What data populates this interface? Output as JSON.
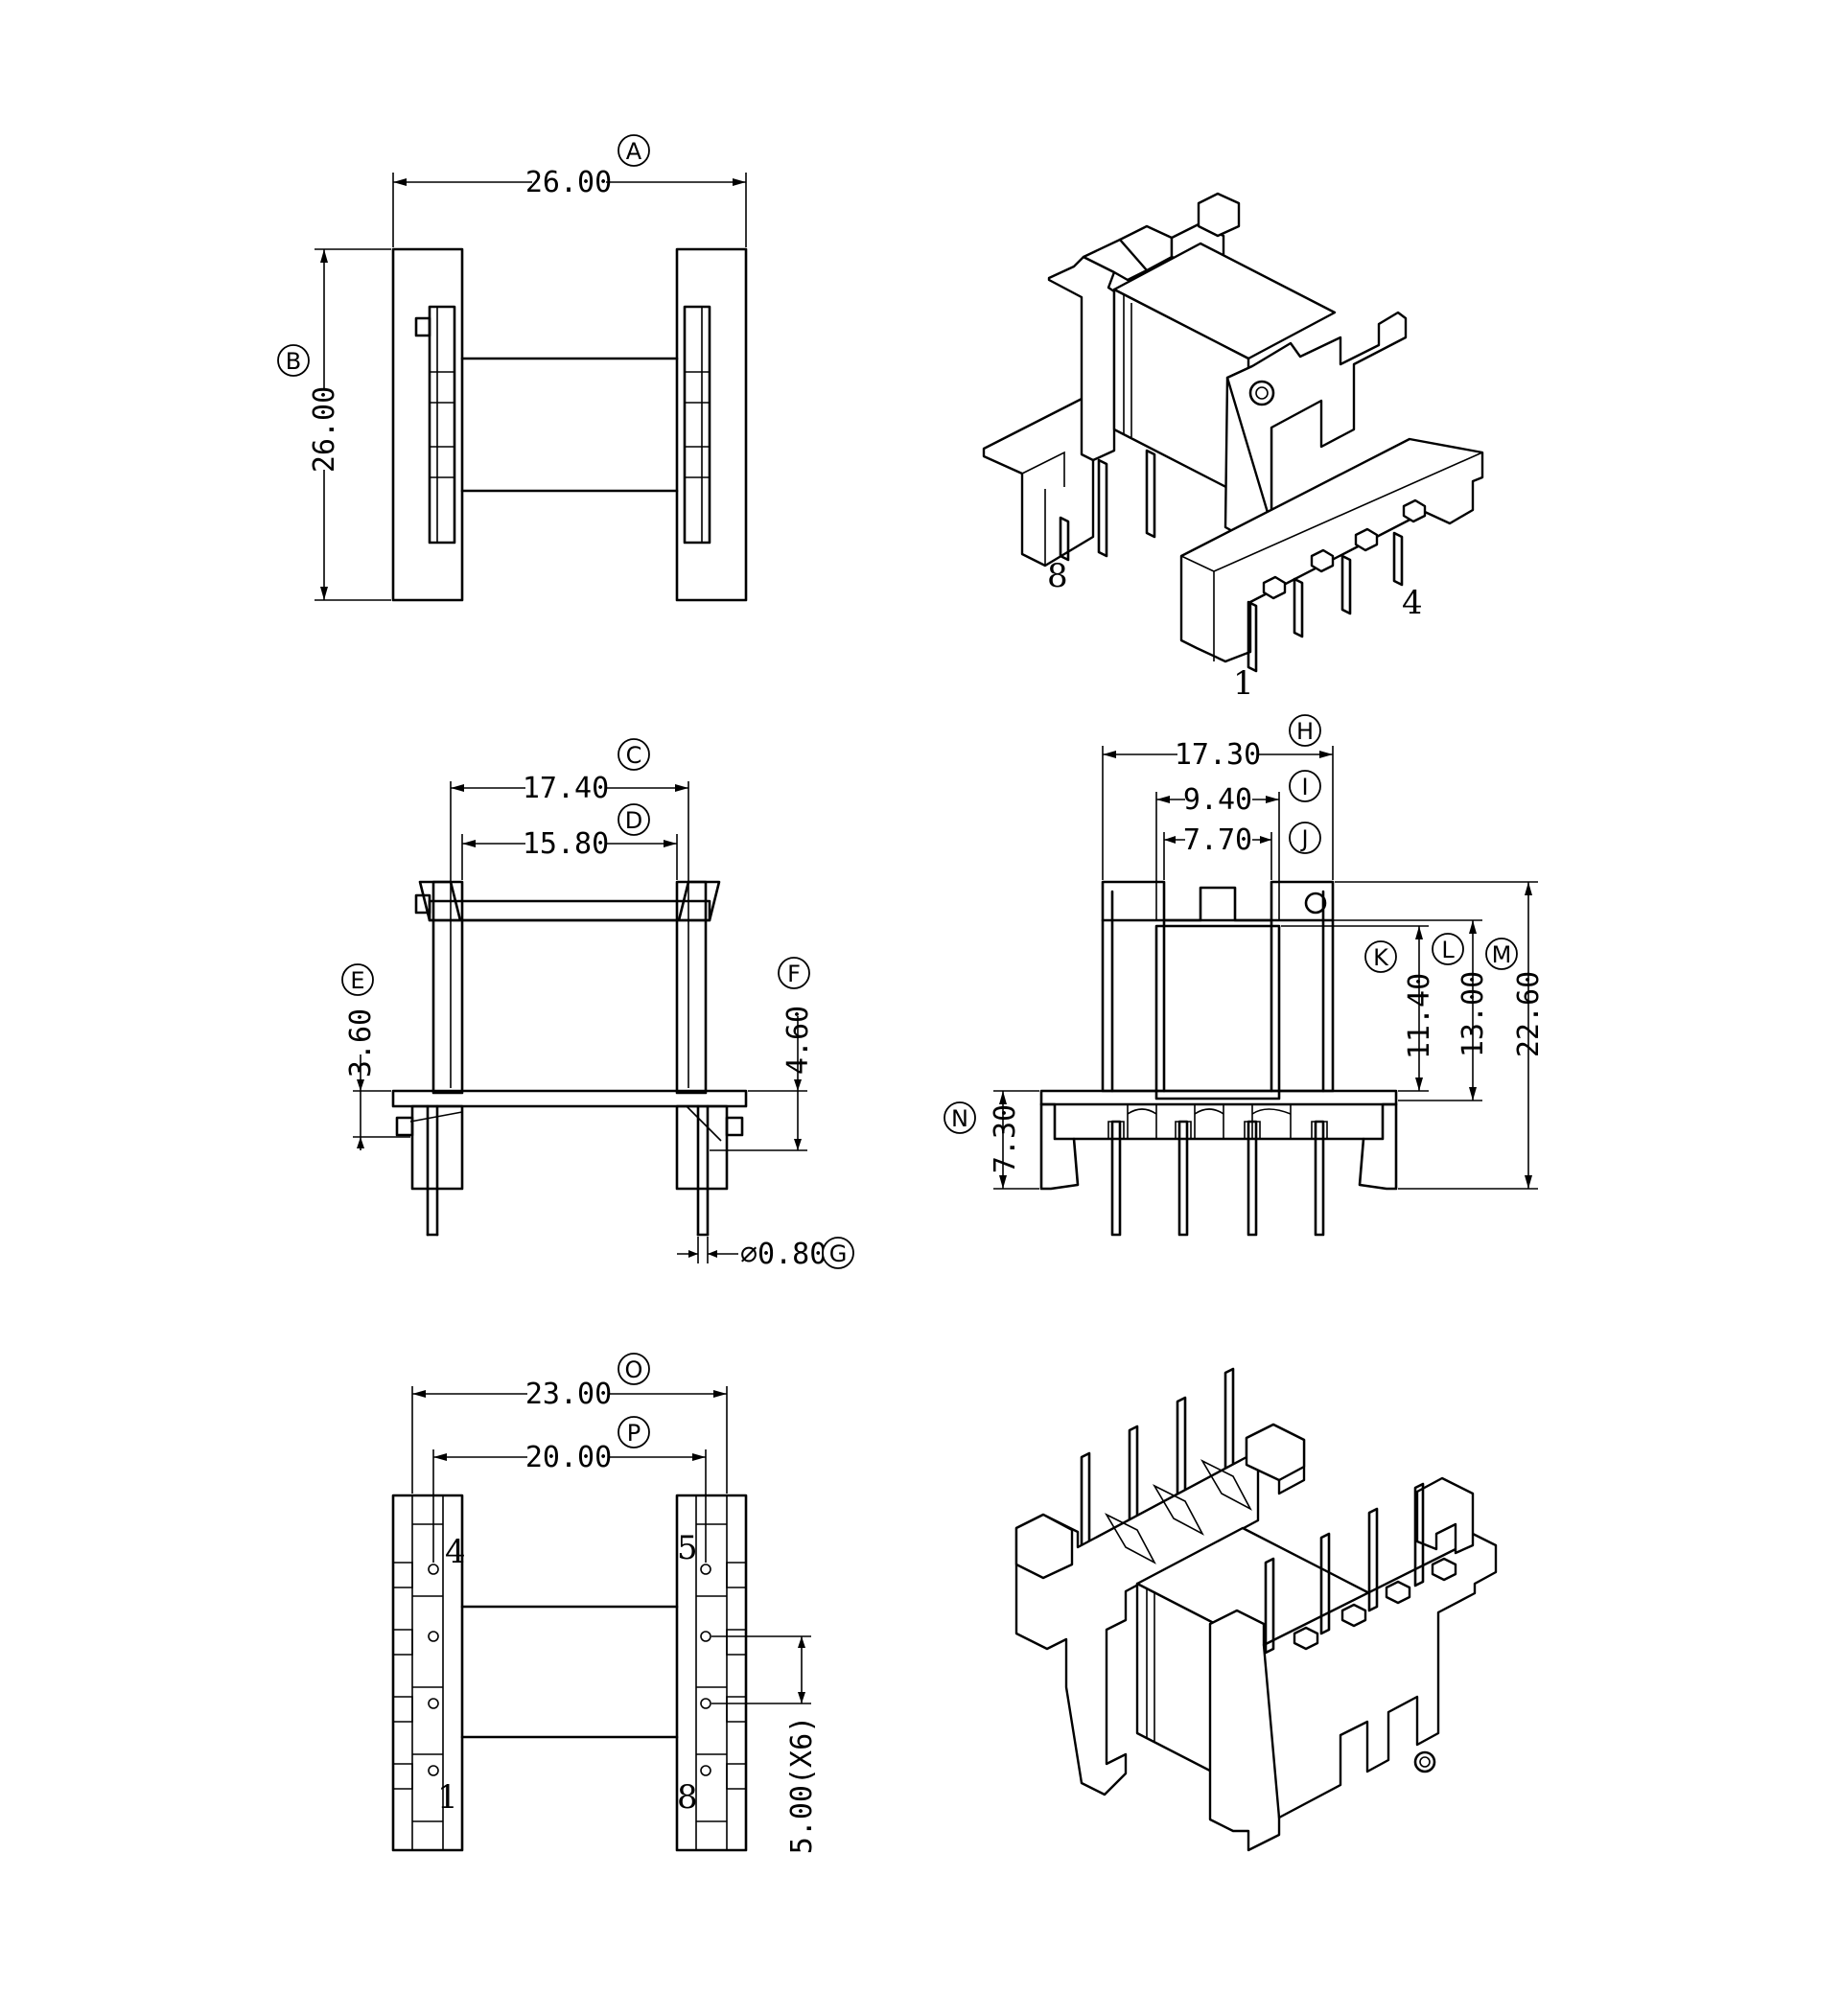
{
  "top_view": {
    "label_A": "A",
    "dim_A": "26.00",
    "label_B": "B",
    "dim_B": "26.00"
  },
  "front_view": {
    "label_C": "C",
    "dim_C": "17.40",
    "label_D": "D",
    "dim_D": "15.80",
    "label_E": "E",
    "dim_E": "3.60",
    "label_F": "F",
    "dim_F": "4.60",
    "label_G": "G",
    "dim_G": "⌀0.80"
  },
  "side_view": {
    "label_H": "H",
    "dim_H": "17.30",
    "label_I": "I",
    "dim_I": "9.40",
    "label_J": "J",
    "dim_J": "7.70",
    "label_K": "K",
    "dim_K": "11.40",
    "label_L": "L",
    "dim_L": "13.00",
    "label_M": "M",
    "dim_M": "22.60",
    "label_N": "N",
    "dim_N": "7.30"
  },
  "bottom_view": {
    "label_O": "O",
    "dim_O": "23.00",
    "label_P": "P",
    "dim_P": "20.00",
    "dim_pitch": "5.00(X6)",
    "pin_4": "4",
    "pin_5": "5",
    "pin_1": "1",
    "pin_8": "8"
  },
  "iso_top": {
    "pin_8": "8",
    "pin_4": "4",
    "pin_1": "1"
  }
}
